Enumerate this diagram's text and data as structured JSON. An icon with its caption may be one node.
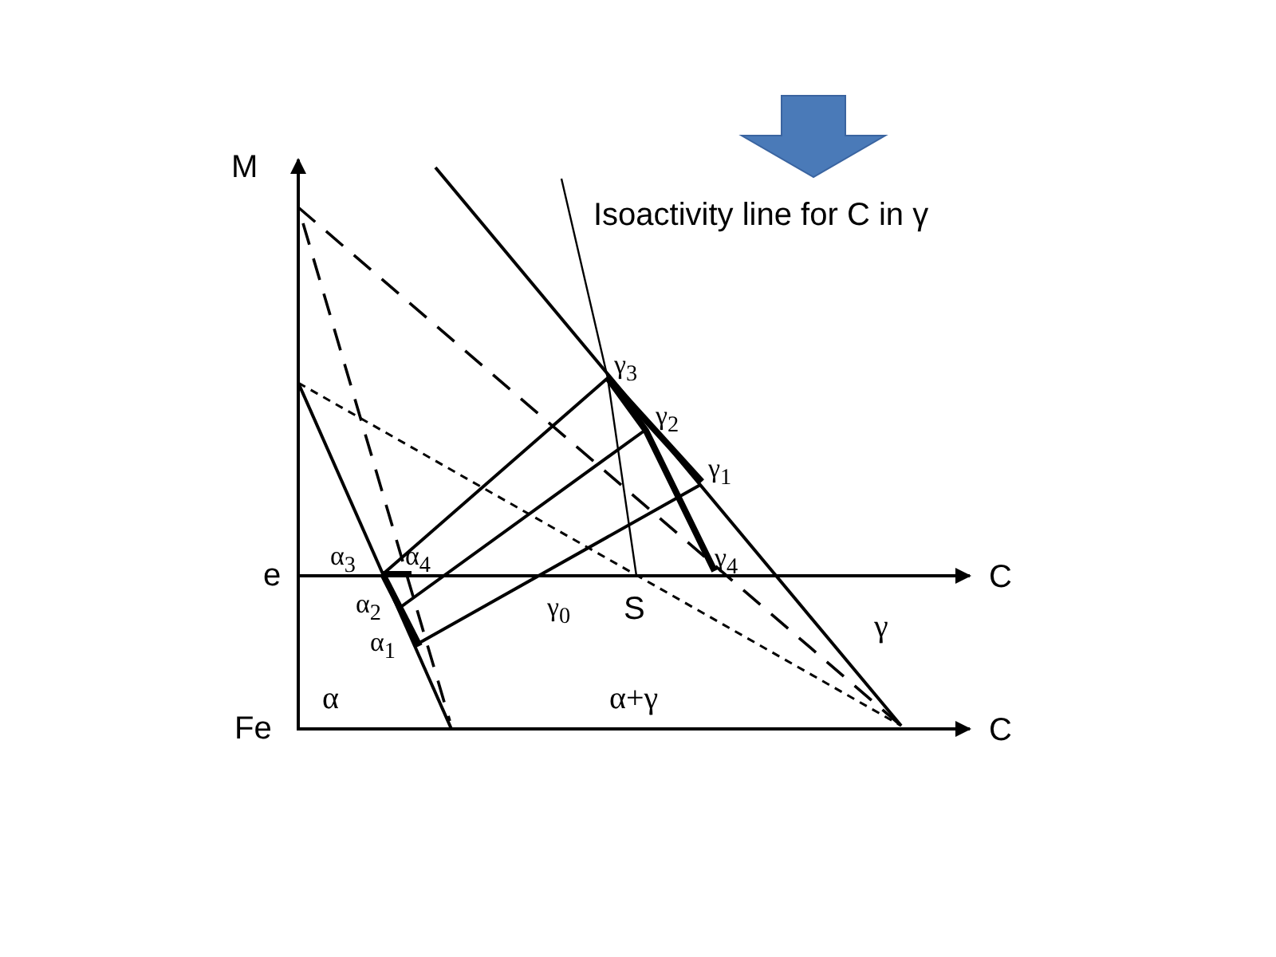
{
  "diagram": {
    "labels": [
      "M",
      "Isoactivity line for C in γ",
      "γ$_{3}$",
      "γ$_{2}$",
      "γ$_{1}$",
      "α$_{3}$",
      "α$_{4}$",
      "e",
      "γ$_{4}$",
      "C",
      "α$_{2}$",
      "γ$_{0}$",
      "S",
      "γ",
      "α$_{1}$",
      "α",
      "α+γ",
      "Fe",
      "C"
    ]
  }
}
